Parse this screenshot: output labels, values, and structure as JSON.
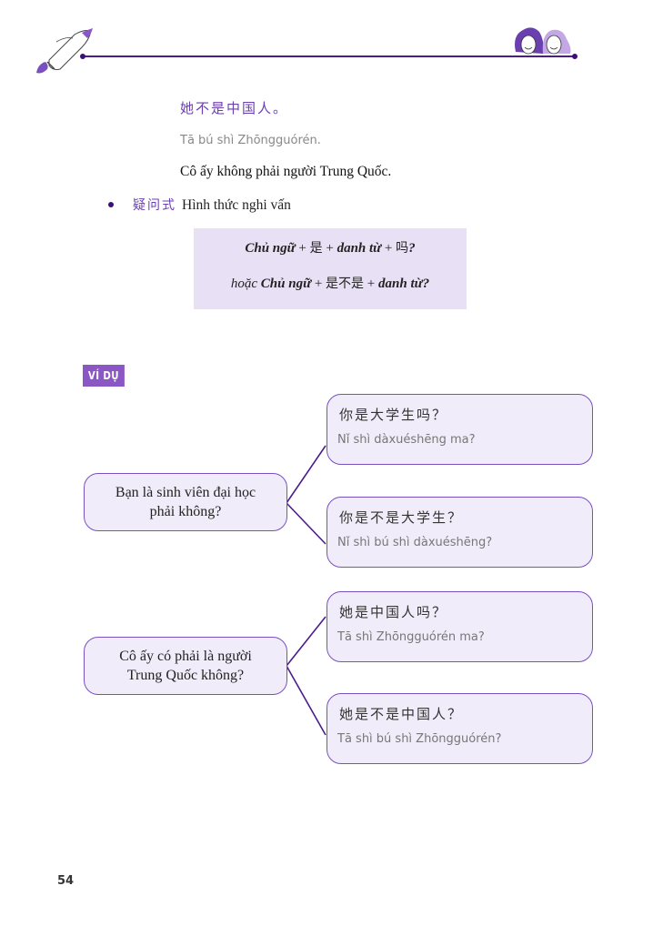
{
  "header": {
    "line_color": "#4b1c8c",
    "left_icon": "rocket-icon",
    "right_icon": "two-girls-icon"
  },
  "example_intro": {
    "chinese": "她不是中国人。",
    "pinyin": "Tā bú shì Zhōngguórén.",
    "vietnamese": "Cô ấy không phải người Trung Quốc."
  },
  "bullet": {
    "chinese": "疑问式",
    "label": "Hình thức nghi vấn"
  },
  "formula": {
    "line1": {
      "part1": "Chủ ngữ",
      "plus1": " + ",
      "cn1": "是",
      "plus2": " + ",
      "part2": "danh từ",
      "plus3": " + ",
      "cn2": "吗",
      "end": "?"
    },
    "line2": {
      "prefix": "hoặc ",
      "part1": "Chủ ngữ",
      "plus1": " + ",
      "cn1": "是不是",
      "plus2": " + ",
      "part2": "danh từ?"
    },
    "background": "#e8e0f4"
  },
  "examples_label": "VÍ DỤ",
  "examples": [
    {
      "source": "Bạn là sinh viên đại học phải không?",
      "source_lines": [
        "Bạn là sinh viên đại học",
        "phải không?"
      ],
      "translations": [
        {
          "chinese": "你是大学生吗？",
          "pinyin": "Nǐ shì dàxuéshēng ma?"
        },
        {
          "chinese": "你是不是大学生？",
          "pinyin": "Nǐ shì bú shì dàxuéshēng?"
        }
      ]
    },
    {
      "source": "Cô ấy có phải là người Trung Quốc không?",
      "source_lines": [
        "Cô ấy có phải là người",
        "Trung Quốc không?"
      ],
      "translations": [
        {
          "chinese": "她是中国人吗？",
          "pinyin": "Tā shì Zhōngguórén ma?"
        },
        {
          "chinese": "她是不是中国人？",
          "pinyin": "Tā shì bú shì Zhōngguórén?"
        }
      ]
    }
  ],
  "page_number": "54",
  "colors": {
    "accent": "#6a3fb0",
    "box_border": "#7a4fc0",
    "box_fill": "#f1ecf9",
    "label_bg": "#8a57c5"
  }
}
